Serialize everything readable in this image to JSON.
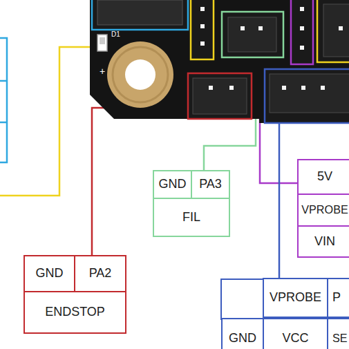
{
  "diagram": {
    "nodes": [
      {
        "text": [
          "5V"
        ]
      },
      {
        "text": [
          "GND"
        ]
      },
      {
        "text": [
          "PA3"
        ]
      },
      {
        "text": [
          "VPROBE"
        ]
      },
      {
        "text": [
          "FIL"
        ]
      },
      {
        "text": [
          "VIN"
        ]
      },
      {
        "text": [
          "GND"
        ]
      },
      {
        "text": [
          "PA2"
        ]
      },
      {
        "text": [
          "VPROBE"
        ]
      },
      {
        "text": [
          "P"
        ]
      },
      {
        "text": [
          "ENDSTOP"
        ]
      },
      {
        "text": [
          "GND"
        ]
      },
      {
        "text": [
          "VCC"
        ]
      },
      {
        "text": [
          "SE"
        ]
      }
    ],
    "labels": [
      "D1",
      "+"
    ]
  }
}
